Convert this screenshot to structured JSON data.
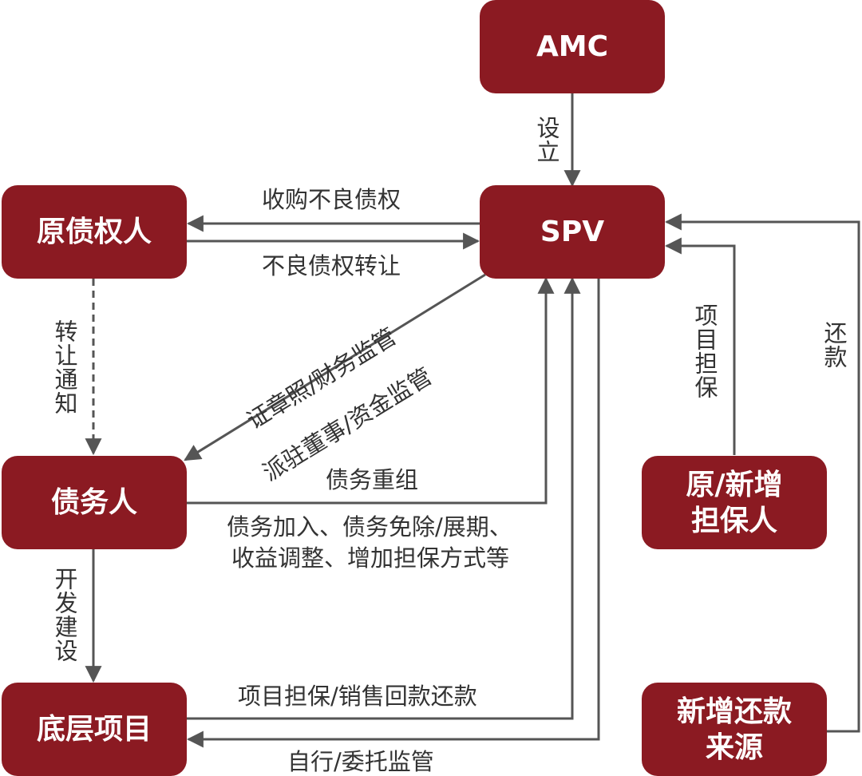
{
  "nodes": {
    "amc": "AMC",
    "spv": "SPV",
    "original_creditor": "原债权人",
    "debtor": "债务人",
    "underlying_project": "底层项目",
    "guarantor_line1": "原/新增",
    "guarantor_line2": "担保人",
    "new_source_line1": "新增还款",
    "new_source_line2": "来源"
  },
  "edges": {
    "setup": "设立",
    "acquire_npl": "收购不良债权",
    "npl_transfer": "不良债权转让",
    "transfer_notice": "转让通知",
    "supervision_1": "证章照/财务监管",
    "supervision_2": "派驻董事/资金监管",
    "debt_restructure": "债务重组",
    "restructure_detail_1": "债务加入、债务免除/展期、",
    "restructure_detail_2": "收益调整、增加担保方式等",
    "develop": "开发建设",
    "project_guarantee": "项目担保",
    "repay": "还款",
    "project_repay": "项目担保/销售回款还款",
    "self_supervision": "自行/委托监管"
  },
  "colors": {
    "node_fill": "#8b1a22",
    "node_text": "#ffffff",
    "line": "#555555",
    "label_text": "#333333"
  }
}
